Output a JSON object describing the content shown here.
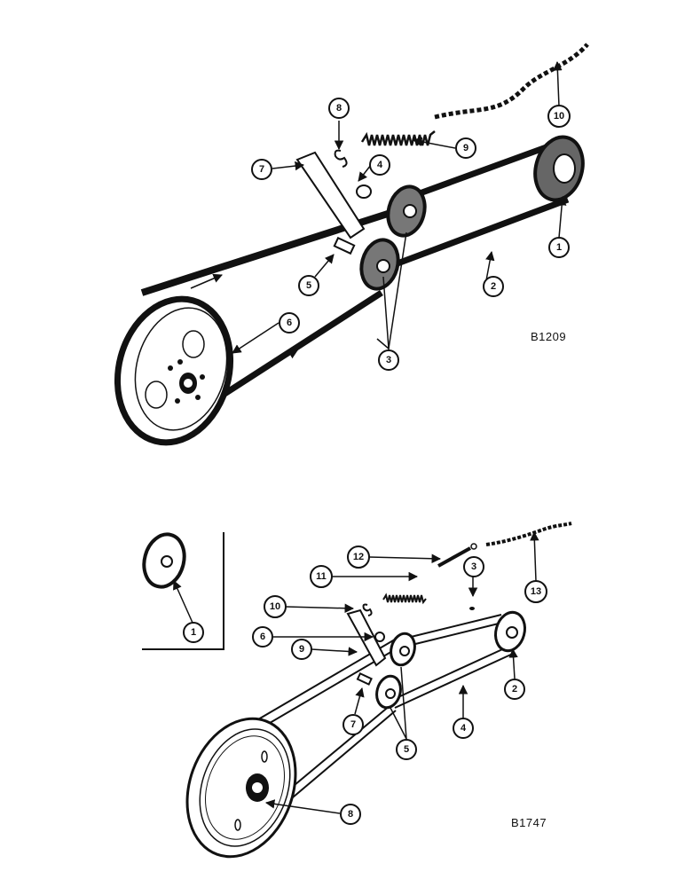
{
  "figure_top": {
    "reference": "B1209",
    "callouts": [
      "1",
      "2",
      "3",
      "4",
      "5",
      "6",
      "7",
      "8",
      "9",
      "10"
    ]
  },
  "figure_bottom": {
    "reference": "B1747",
    "callouts": [
      "1",
      "2",
      "3",
      "4",
      "5",
      "6",
      "7",
      "8",
      "9",
      "10",
      "11",
      "12",
      "13"
    ]
  }
}
